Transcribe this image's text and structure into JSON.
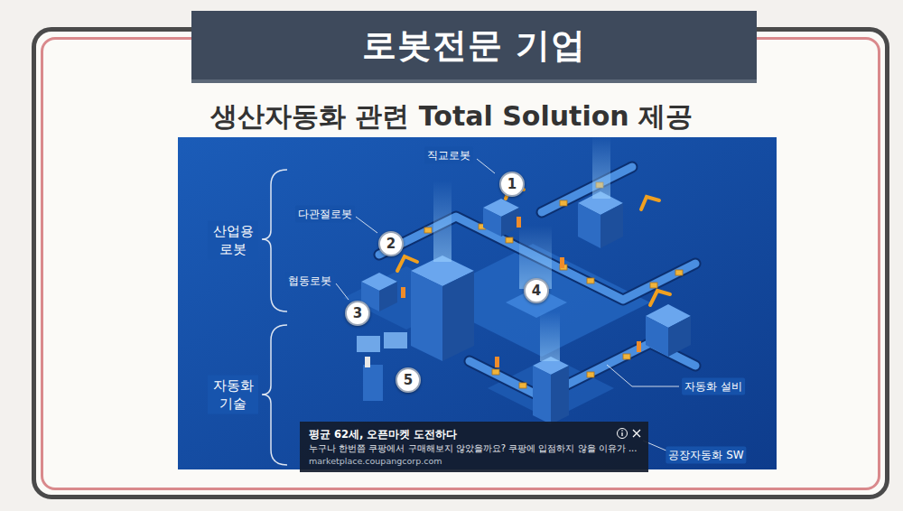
{
  "diagram": {
    "title": "로봇전문 기업",
    "nodes": [
      {
        "text": [
          "1"
        ]
      },
      {
        "text": [
          "2"
        ]
      },
      {
        "text": [
          "3"
        ]
      },
      {
        "text": [
          "4"
        ]
      },
      {
        "text": [
          "5"
        ]
      },
      {
        "text": [
          "평균 62세, 오픈마켓 도전하다",
          "누구나 한번쯤 쿠팡에서 구매해보지 않았을까요? 쿠팡에 입점하지 않을 이유가 ...",
          "marketplace.coupangcorp.com"
        ]
      }
    ],
    "labels": [
      "생산자동화 관련 Total Solution 제공",
      "산업용 로봇",
      "직교로봇",
      "다관절로봇",
      "협동로봇",
      "자동화 기술",
      "자동화 설비",
      "공장자동화 SW"
    ]
  }
}
